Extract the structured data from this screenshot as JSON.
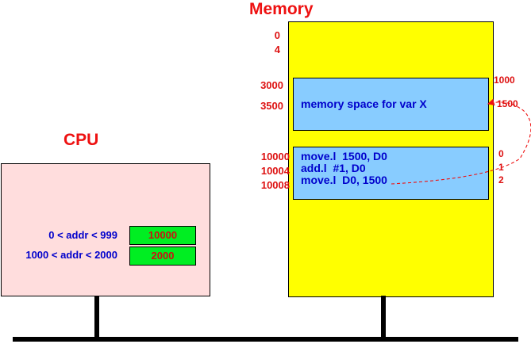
{
  "cpu": {
    "title": "CPU",
    "ranges": [
      {
        "label": "0 < addr < 999",
        "register": "10000"
      },
      {
        "label": "1000 < addr < 2000",
        "register": "2000"
      }
    ]
  },
  "memory": {
    "title": "Memory",
    "left_addresses": [
      "0",
      "4",
      "3000",
      "3500",
      "10000",
      "10004",
      "10008"
    ],
    "data_segment": {
      "text": "memory space for var X",
      "start_offset": "1000",
      "var_offset": "1500"
    },
    "code_segment": {
      "lines": [
        "move.l  1500, D0",
        "add.l  #1, D0",
        "move.l  D0, 1500"
      ],
      "offsets": [
        "0",
        "1",
        "2"
      ]
    }
  },
  "colors": {
    "title": "#ee1111",
    "cpu_box": "#ffdddd",
    "register_box": "#00ee22",
    "memory_box": "#ffff00",
    "segment": "#88ccff",
    "label_blue": "#0000cc",
    "address_red": "#dd1111"
  }
}
